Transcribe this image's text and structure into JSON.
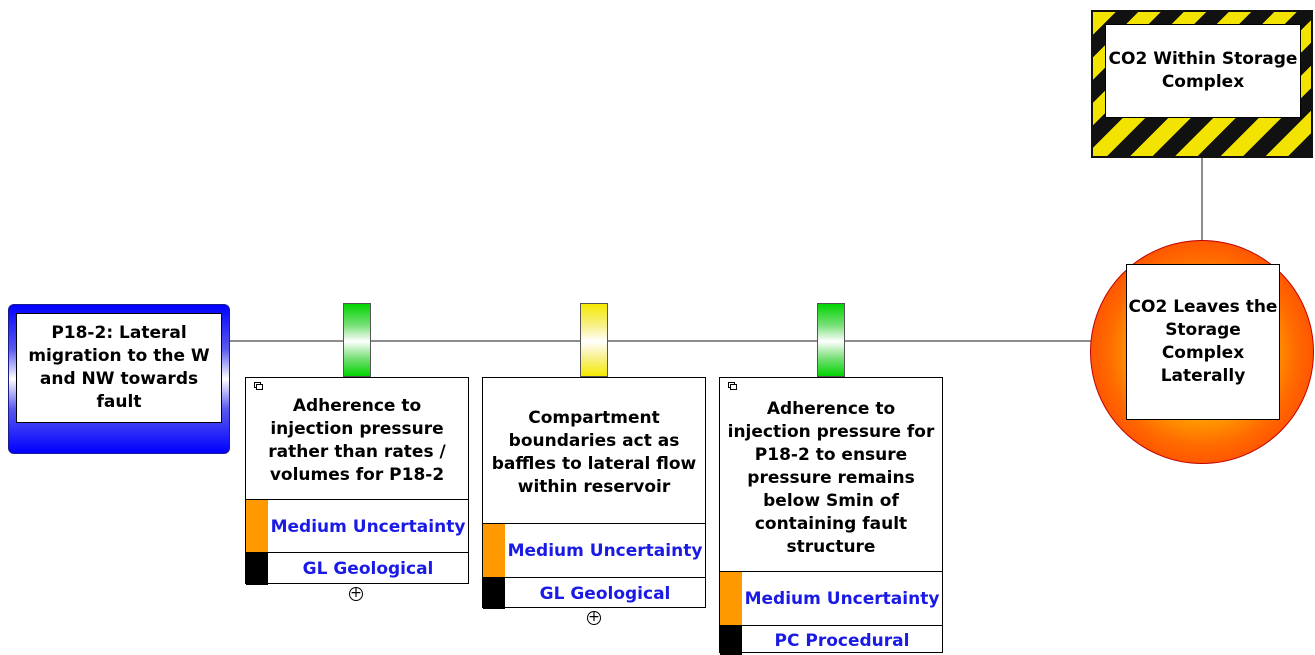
{
  "threat": {
    "label": "P18-2: Lateral migration to the W and NW towards fault"
  },
  "hazard": {
    "label": "CO2 Within Storage Complex"
  },
  "top_event": {
    "label": "CO2 Leaves the Storage Complex Laterally"
  },
  "barriers": [
    {
      "title": "Adherence to injection pressure rather than rates / volumes for P18-2",
      "effectiveness": "Medium Uncertainty",
      "effectiveness_color": "#ff9900",
      "type": "GL Geological",
      "type_color": "#000000",
      "tab_color": "green",
      "has_copy_icon": true
    },
    {
      "title": "Compartment boundaries act as baffles to lateral flow within reservoir",
      "effectiveness": "Medium Uncertainty",
      "effectiveness_color": "#ff9900",
      "type": "GL Geological",
      "type_color": "#000000",
      "tab_color": "yellow",
      "has_copy_icon": false
    },
    {
      "title": "Adherence to injection pressure for P18-2 to ensure pressure remains below Smin of containing fault structure",
      "effectiveness": "Medium Uncertainty",
      "effectiveness_color": "#ff9900",
      "type": "PC Procedural",
      "type_color": "#000000",
      "tab_color": "green",
      "has_copy_icon": true
    }
  ]
}
